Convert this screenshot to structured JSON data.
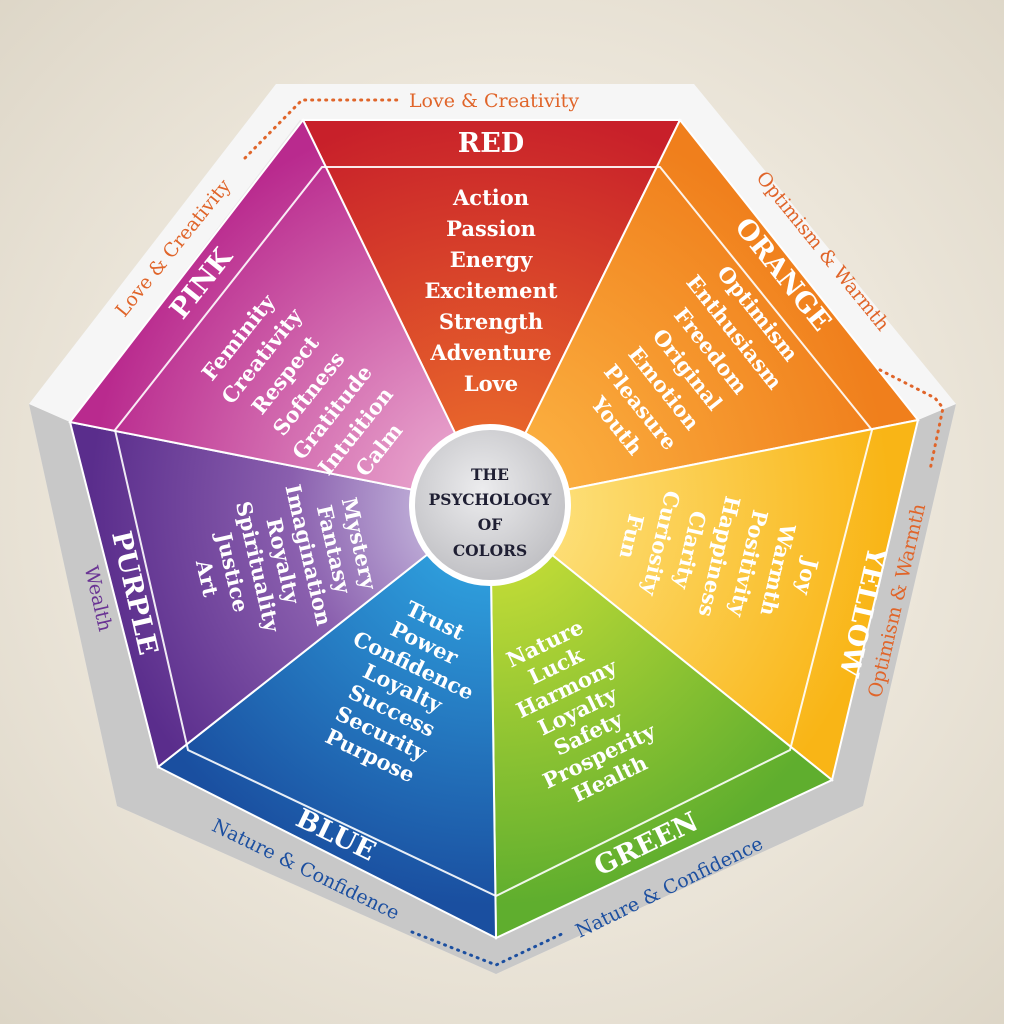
{
  "center": {
    "lines": [
      "THE",
      "PSYCHOLOGY",
      "OF",
      "COLORS"
    ]
  },
  "segments": [
    {
      "key": "red",
      "title": "RED",
      "color": "#d5352a",
      "words": [
        "Action",
        "Passion",
        "Energy",
        "Excitement",
        "Strength",
        "Adventure",
        "Love"
      ]
    },
    {
      "key": "orange",
      "title": "ORANGE",
      "color": "#f4931f",
      "words": [
        "Optimism",
        "Enthusiasm",
        "Freedom",
        "Original",
        "Emotion",
        "Pleasure",
        "Youth"
      ]
    },
    {
      "key": "yellow",
      "title": "YELLOW",
      "color": "#fbc21c",
      "words": [
        "Joy",
        "Warmth",
        "Positivity",
        "Happiness",
        "Clarity",
        "Curiosity",
        "Fun"
      ]
    },
    {
      "key": "green",
      "title": "GREEN",
      "color": "#7fbd2e",
      "words": [
        "Nature",
        "Luck",
        "Harmony",
        "Loyalty",
        "Safety",
        "Prosperity",
        "Health"
      ]
    },
    {
      "key": "blue",
      "title": "BLUE",
      "color": "#1a64b0",
      "words": [
        "Trust",
        "Power",
        "Confidence",
        "Loyalty",
        "Success",
        "Security",
        "Purpose"
      ]
    },
    {
      "key": "purple",
      "title": "PURPLE",
      "color": "#6a3494",
      "words": [
        "Mystery",
        "Fantasy",
        "Imagination",
        "Royalty",
        "Spirituality",
        "Justice",
        "Art"
      ]
    },
    {
      "key": "pink",
      "title": "PINK",
      "color": "#c23a92",
      "words": [
        "Feminity",
        "Creativity",
        "Respect",
        "Softness",
        "Gratitude",
        "Intuition",
        "Calm"
      ]
    }
  ],
  "band_labels": [
    {
      "key": "top",
      "text": "Love & Creativity",
      "color": "#e0652a"
    },
    {
      "key": "pink",
      "text": "Love & Creativity",
      "color": "#e0652a"
    },
    {
      "key": "orange",
      "text": "Optimism & Warmth",
      "color": "#e0652a"
    },
    {
      "key": "yellow",
      "text": "Optimism & Warmth",
      "color": "#e0652a"
    },
    {
      "key": "green",
      "text": "Nature & Confidence",
      "color": "#1c4fa0"
    },
    {
      "key": "blue",
      "text": "Nature & Confidence",
      "color": "#1c4fa0"
    },
    {
      "key": "purple",
      "text": "Wealth",
      "color": "#6a3494"
    }
  ],
  "colors": {
    "frame": "#e6e6e6",
    "frame_shadow": "#c9c9c9",
    "center_fill": "#cfcfd1",
    "dotted_warm": "#e0652a",
    "dotted_cool": "#1c4fa0"
  }
}
